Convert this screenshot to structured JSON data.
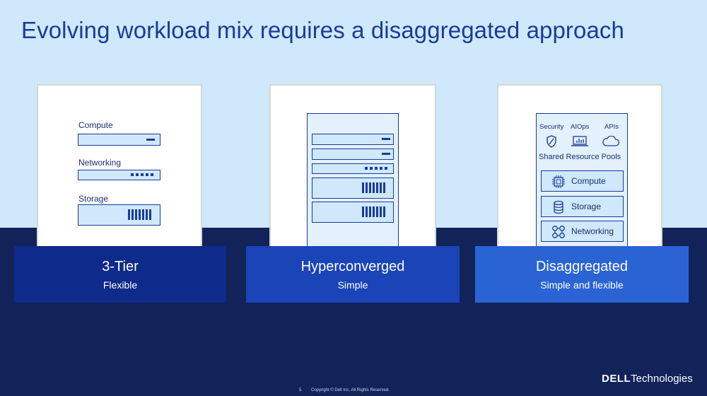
{
  "slide": {
    "title": "Evolving workload mix requires a disaggregated approach"
  },
  "columns": [
    {
      "title": "3-Tier",
      "subtitle": "Flexible",
      "tiers": [
        "Compute",
        "Networking",
        "Storage"
      ]
    },
    {
      "title": "Hyperconverged",
      "subtitle": "Simple"
    },
    {
      "title": "Disaggregated",
      "subtitle": "Simple and flexible",
      "top_items": [
        "Security",
        "AIOps",
        "APIs"
      ],
      "pool_heading": "Shared Resource Pools",
      "pools": [
        "Compute",
        "Storage",
        "Networking"
      ]
    }
  ],
  "footer": {
    "page_number": "5",
    "copyright": "Copyright © Dell Inc. All Rights Reserved."
  },
  "logo": {
    "brand": "DELL",
    "suffix": "Technologies"
  },
  "colors": {
    "background_light": "#cfe8fb",
    "background_dark": "#12235a",
    "tier_box": "#0e2a8a",
    "hci_box": "#1a44b8",
    "disagg_box": "#2a64d4",
    "accent": "#1a3b9c"
  },
  "icons": [
    "shield-icon",
    "laptop-chart-icon",
    "cloud-icon",
    "chip-icon",
    "database-icon",
    "network-icon"
  ]
}
